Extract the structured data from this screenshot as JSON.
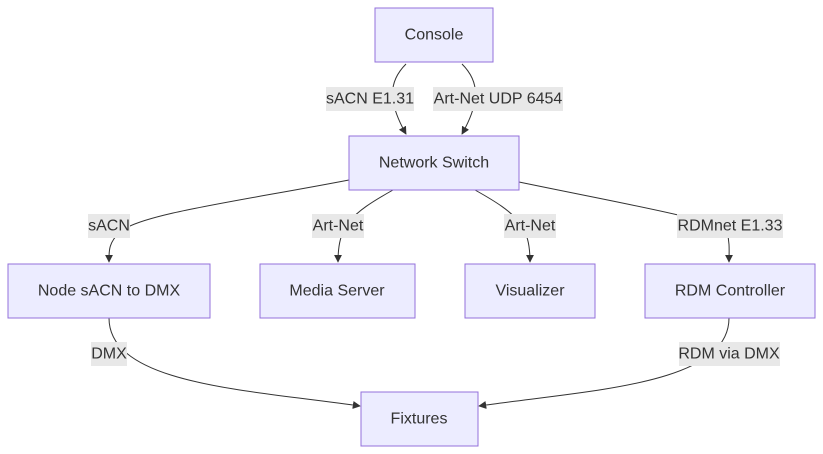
{
  "nodes": {
    "console": "Console",
    "network_switch": "Network Switch",
    "node_sacn_dmx": "Node sACN to DMX",
    "media_server": "Media Server",
    "visualizer": "Visualizer",
    "rdm_controller": "RDM Controller",
    "fixtures": "Fixtures"
  },
  "edges": {
    "console_switch_sacn": "sACN E1.31",
    "console_switch_artnet": "Art-Net UDP 6454",
    "switch_node": "sACN",
    "switch_media": "Art-Net",
    "switch_visualizer": "Art-Net",
    "switch_rdm": "RDMnet E1.33",
    "node_fixtures": "DMX",
    "rdm_fixtures": "RDM via DMX"
  },
  "colors": {
    "node_fill": "#ececff",
    "node_stroke": "#9370db",
    "edge": "#333333",
    "label_bg": "#e8e8e8"
  }
}
